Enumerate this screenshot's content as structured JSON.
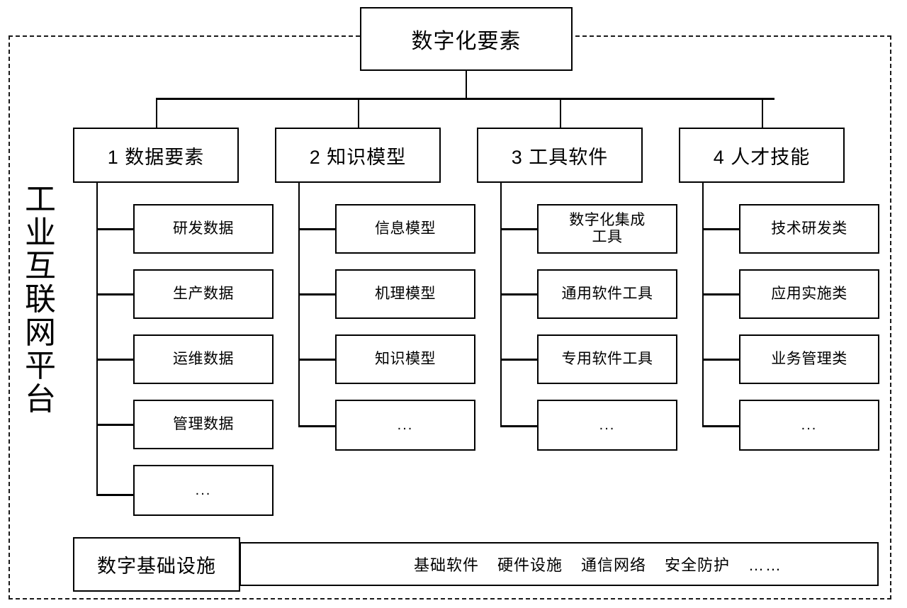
{
  "diagram": {
    "platform_label": "工业互联网平台",
    "root": {
      "label": "数字化要素"
    },
    "categories": [
      {
        "id": "data-elements",
        "label": "1 数据要素",
        "children": [
          {
            "label": "研发数据"
          },
          {
            "label": "生产数据"
          },
          {
            "label": "运维数据"
          },
          {
            "label": "管理数据"
          },
          {
            "label": "..."
          }
        ]
      },
      {
        "id": "knowledge-models",
        "label": "2 知识模型",
        "children": [
          {
            "label": "信息模型"
          },
          {
            "label": "机理模型"
          },
          {
            "label": "知识模型"
          },
          {
            "label": "..."
          }
        ]
      },
      {
        "id": "tool-software",
        "label": "3 工具软件",
        "children": [
          {
            "label": "数字化集成\n工具"
          },
          {
            "label": "通用软件工具"
          },
          {
            "label": "专用软件工具"
          },
          {
            "label": "..."
          }
        ]
      },
      {
        "id": "talent-skills",
        "label": "4 人才技能",
        "children": [
          {
            "label": "技术研发类"
          },
          {
            "label": "应用实施类"
          },
          {
            "label": "业务管理类"
          },
          {
            "label": "..."
          }
        ]
      }
    ],
    "infrastructure": {
      "label": "数字基础设施",
      "items": [
        "基础软件",
        "硬件设施",
        "通信网络",
        "安全防护",
        "……"
      ]
    },
    "colors": {
      "stroke": "#000000",
      "background": "#ffffff",
      "dashed_frame": "#1a1a1a"
    }
  }
}
